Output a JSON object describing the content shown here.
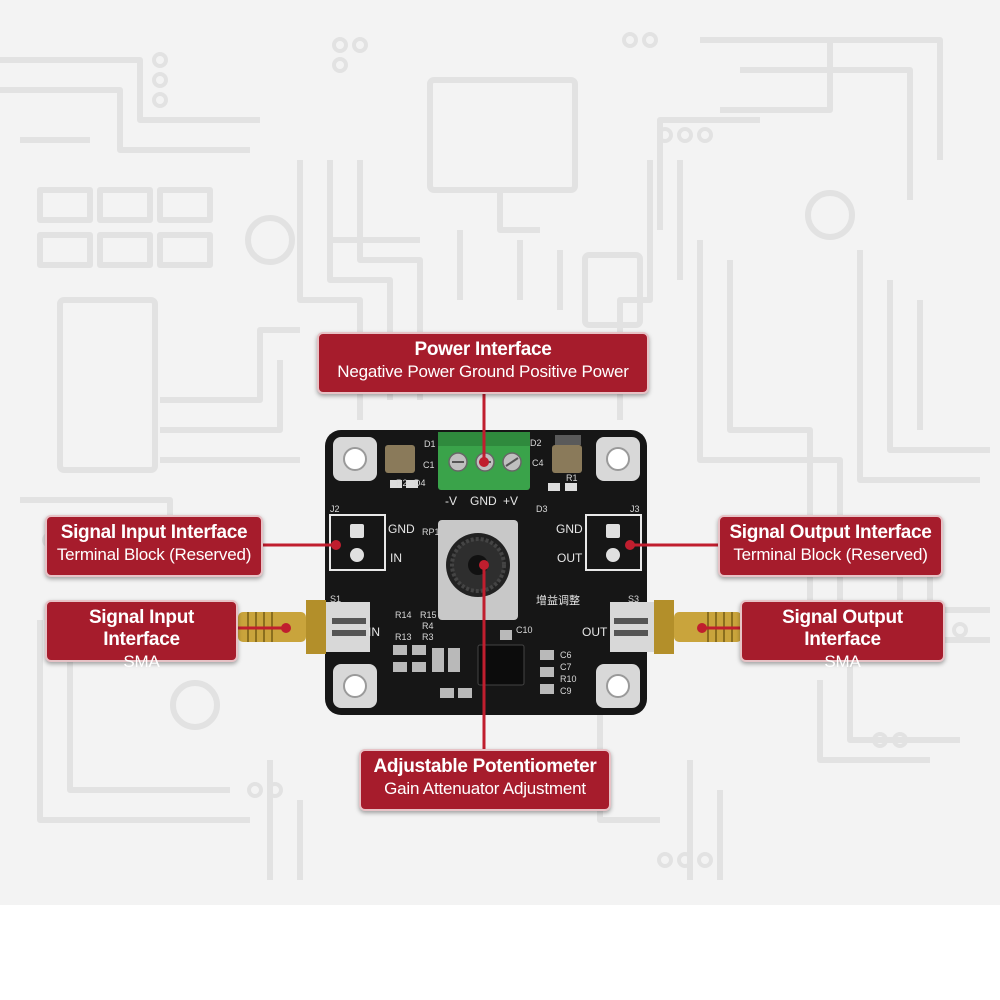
{
  "callouts": {
    "power": {
      "title": "Power Interface",
      "subtitle": "Negative Power Ground  Positive Power"
    },
    "signal_input_terminal": {
      "title": "Signal Input Interface",
      "subtitle": "Terminal Block (Reserved)"
    },
    "signal_input_sma": {
      "title": "Signal Input Interface",
      "subtitle": "SMA"
    },
    "signal_output_terminal": {
      "title": "Signal Output Interface",
      "subtitle": "Terminal Block (Reserved)"
    },
    "signal_output_sma": {
      "title": "Signal Output Interface",
      "subtitle": "SMA"
    },
    "potentiometer": {
      "title": "Adjustable Potentiometer",
      "subtitle": "Gain Attenuator Adjustment"
    }
  },
  "board_labels": {
    "neg_v": "-V",
    "gnd_power": "GND",
    "pos_v": "+V",
    "gnd_left": "GND",
    "in_left": "IN",
    "in_sma": "IN",
    "gnd_right": "GND",
    "out_right": "OUT",
    "out_sma": "OUT",
    "j2": "J2",
    "j3": "J3",
    "rp1": "RP1",
    "s1": "S1",
    "s3": "S3",
    "d1": "D1",
    "d2": "D2",
    "d3": "D3",
    "d4": "D4",
    "c1": "C1",
    "c4": "C4",
    "r1": "R1",
    "r2": "R2",
    "r14": "R14",
    "r13": "R13",
    "r15": "R15",
    "r4": "R4",
    "r3": "R3",
    "c10": "C10",
    "c6": "C6",
    "c7": "C7",
    "r10": "R10",
    "c9": "C9",
    "knob_text": "增益调整"
  },
  "colors": {
    "accent": "#a61c2c",
    "board": "#161616",
    "terminal": "#3aa34a",
    "gold": "#c9a43c"
  }
}
